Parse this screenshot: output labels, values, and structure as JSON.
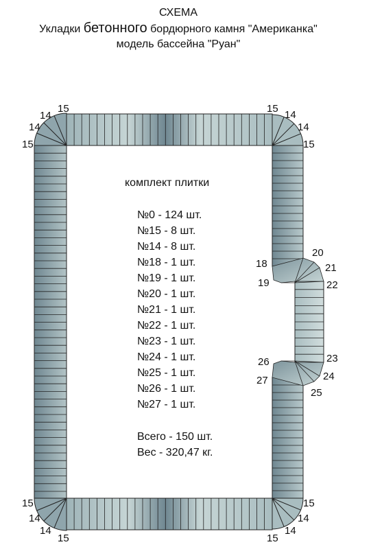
{
  "header": {
    "line1": "СХЕМА",
    "line2_prefix": "Укладки ",
    "line2_big": "бетонного",
    "line2_suffix": " бордюрного камня \"Американка\"",
    "line3": "модель бассейна  \"Руан\""
  },
  "kit": {
    "title": "комплект плитки",
    "items": [
      "№0 - 124 шт.",
      "№15 - 8 шт.",
      "№14 - 8 шт.",
      "№18 - 1 шт.",
      "№19 - 1 шт.",
      "№20 - 1 шт.",
      "№21 - 1 шт.",
      "№22 - 1 шт.",
      "№23 - 1 шт.",
      "№24 - 1 шт.",
      "№25 - 1 шт.",
      "№26 - 1 шт.",
      "№27 - 1 шт."
    ],
    "total": "Всего - 150 шт.",
    "weight": "Вес - 320,47 кг."
  },
  "labels": {
    "n14": "14",
    "n15": "15",
    "n18": "18",
    "n19": "19",
    "n20": "20",
    "n21": "21",
    "n22": "22",
    "n23": "23",
    "n24": "24",
    "n25": "25",
    "n26": "26",
    "n27": "27"
  },
  "colors": {
    "tile_dark": "#6f8791",
    "tile_light": "#c4d4d4",
    "tile_stroke": "#222222"
  }
}
